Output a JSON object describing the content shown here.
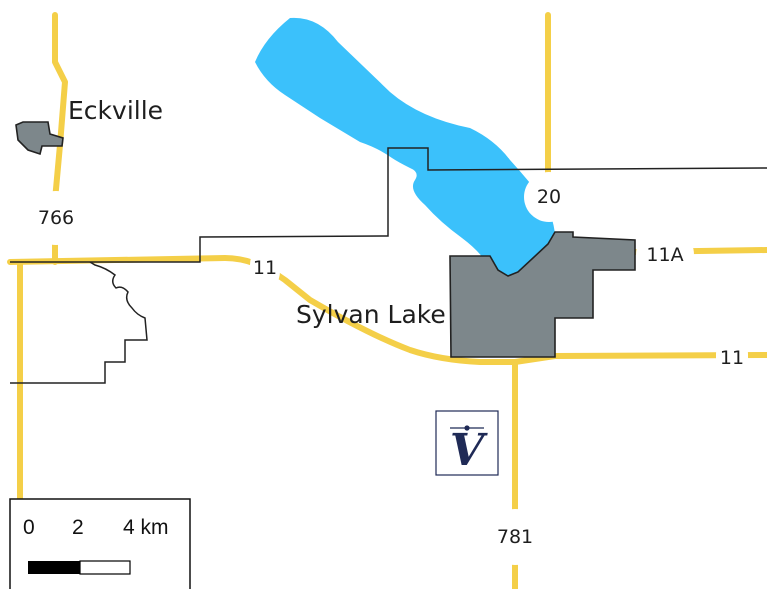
{
  "map": {
    "places": {
      "eckville": "Eckville",
      "sylvan_lake": "Sylvan Lake"
    },
    "highway_shields": {
      "hwy_20": "20",
      "hwy_766": "766",
      "hwy_11_west": "11",
      "hwy_11a": "11A",
      "hwy_11_east": "11",
      "hwy_781": "781"
    },
    "scale_bar": {
      "tick_0": "0",
      "tick_2": "2",
      "tick_4": "4 km"
    },
    "colors": {
      "road": "#f4cf48",
      "lake": "#3bc1fb",
      "town": "#7d878b",
      "boundary": "#222222",
      "logo": "#1f2a56"
    },
    "icons": {
      "logo": "v-logo-icon"
    }
  }
}
